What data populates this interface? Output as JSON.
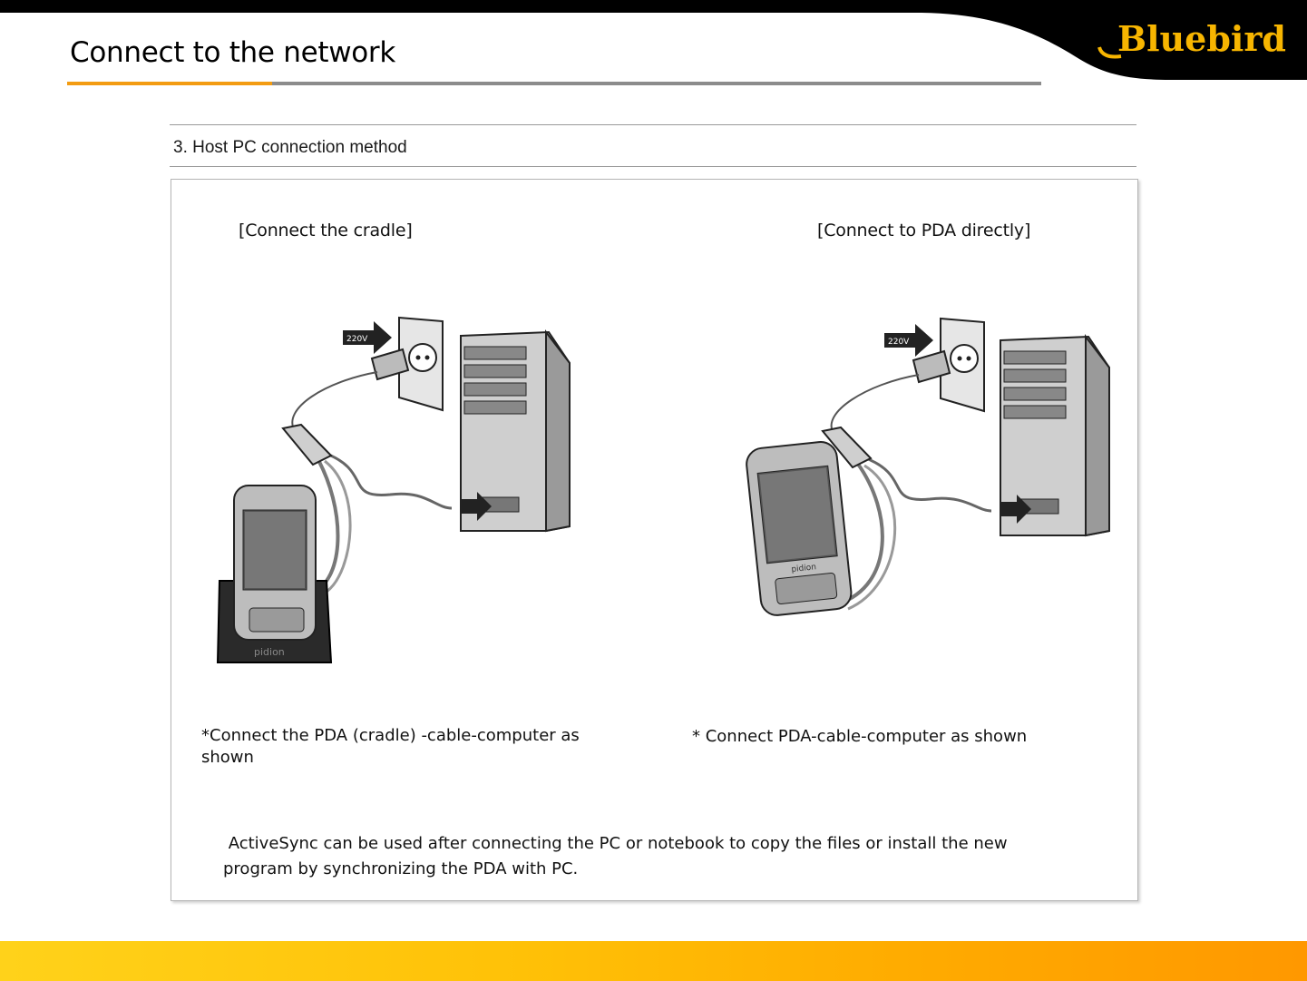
{
  "header": {
    "title": "Connect to the network",
    "logo_text": "Bluebird"
  },
  "section": {
    "heading": "3. Host PC connection method"
  },
  "left_panel": {
    "caption": "[Connect the cradle]",
    "note_line1": "*Connect the PDA (cradle) -cable-computer as",
    "note_line2": "shown",
    "outlet_label": "220V",
    "device_brand": "pidion"
  },
  "right_panel": {
    "caption": "[Connect to PDA directly]",
    "note": "* Connect PDA-cable-computer as shown",
    "outlet_label": "220V",
    "device_brand": "pidion"
  },
  "footer": {
    "line1": " ActiveSync can be used after connecting the PC or notebook to copy the files or install the new",
    "line2": "program by synchronizing the PDA with PC."
  },
  "colors": {
    "accent_orange": "#f39c12",
    "logo_gold": "#f7b500",
    "bar_yellow": "#ffc107"
  }
}
